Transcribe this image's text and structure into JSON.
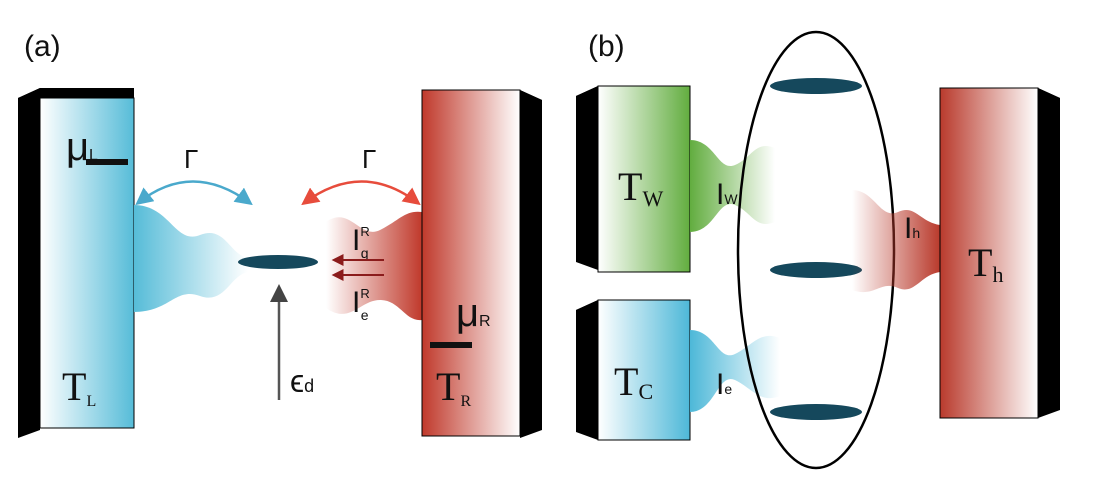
{
  "panel_a": {
    "label": "(a)",
    "left_reservoir": {
      "mu_main": "μ",
      "mu_sub": "L",
      "temp_main": "T",
      "temp_sub": "L",
      "color": "#5bc0de"
    },
    "right_reservoir": {
      "mu_main": "μ",
      "mu_sub": "R",
      "temp_main": "T",
      "temp_sub": "R",
      "color": "#c0392b"
    },
    "coupling_left": "Γ",
    "coupling_right": "Γ",
    "heat_current": {
      "main": "I",
      "sub": "q",
      "sup": "R"
    },
    "charge_current": {
      "main": "I",
      "sub": "e",
      "sup": "R"
    },
    "dot_level": {
      "main": "ϵ",
      "sub": "d"
    }
  },
  "panel_b": {
    "label": "(b)",
    "work_reservoir": {
      "temp_main": "T",
      "temp_sub": "W",
      "current_main": "I",
      "current_sub": "W",
      "color": "#6ab04c"
    },
    "cold_reservoir": {
      "temp_main": "T",
      "temp_sub": "C",
      "current_main": "I",
      "current_sub": "e",
      "color": "#5bc0de"
    },
    "hot_reservoir": {
      "temp_main": "T",
      "temp_sub": "h",
      "current_main": "I",
      "current_sub": "h",
      "color": "#c0392b"
    }
  }
}
